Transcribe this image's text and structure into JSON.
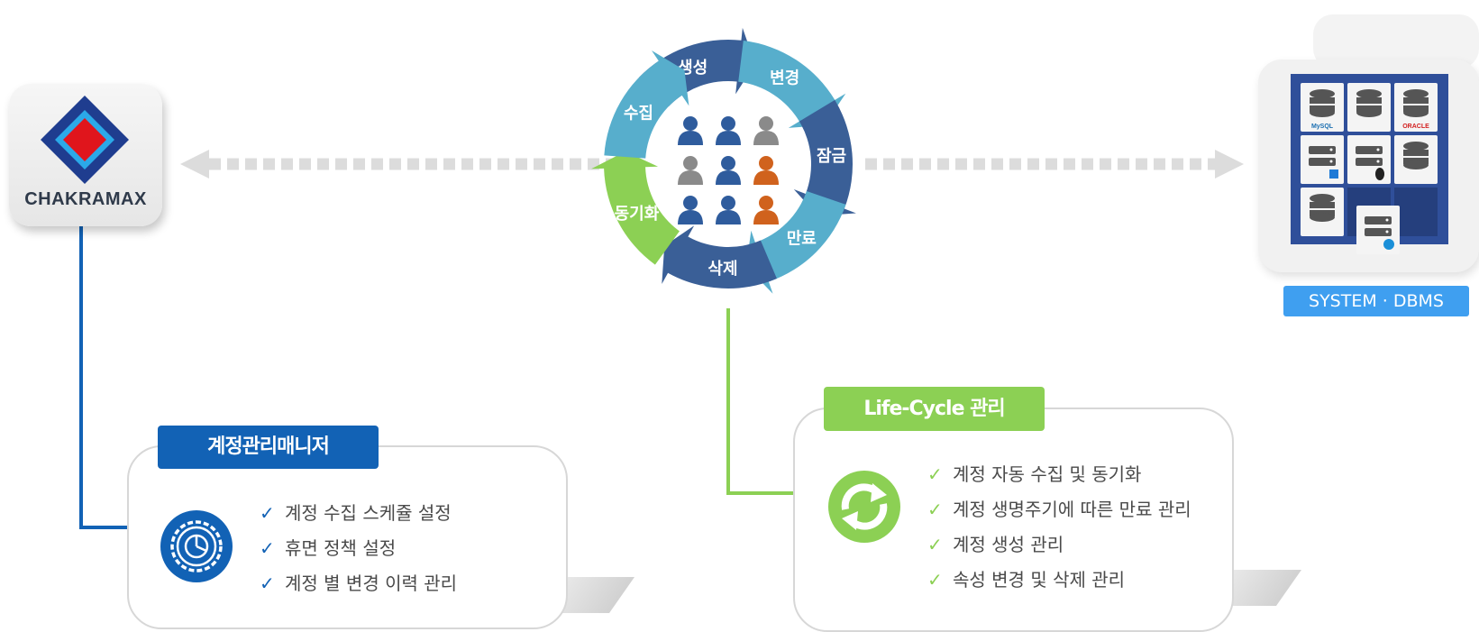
{
  "logo": {
    "text": "CHAKRAMAX"
  },
  "dbms": {
    "label": "SYSTEM · DBMS",
    "tiles": [
      {
        "icon": "mysql-database-icon",
        "caption": "MySQL"
      },
      {
        "icon": "database-icon",
        "caption": ""
      },
      {
        "icon": "oracle-database-icon",
        "caption": "ORACLE"
      },
      {
        "icon": "windows-server-icon",
        "caption": ""
      },
      {
        "icon": "linux-server-icon",
        "caption": ""
      },
      {
        "icon": "database-icon",
        "caption": ""
      },
      {
        "icon": "database-icon",
        "caption": ""
      },
      {
        "icon": "hp-server-icon",
        "caption": ""
      }
    ]
  },
  "cycle": {
    "stages": [
      "생성",
      "변경",
      "잠금",
      "만료",
      "삭제",
      "동기화",
      "수집"
    ],
    "colors": {
      "dark": "#3a5f97",
      "light": "#57aecc",
      "green": "#8cd054",
      "user_blue": "#2f5c9d",
      "user_gray": "#8a8a8a",
      "user_orange": "#d0621d"
    },
    "users": [
      "blue",
      "blue",
      "gray",
      "gray",
      "blue",
      "orange",
      "blue",
      "blue",
      "orange"
    ]
  },
  "account_manager": {
    "title": "계정관리매니저",
    "icon": "gear-chart-icon",
    "items": [
      "계정 수집 스케쥴 설정",
      "휴면 정책 설정",
      "계정 별 변경 이력 관리"
    ]
  },
  "lifecycle": {
    "title": "Life-Cycle 관리",
    "icon": "refresh-sync-icon",
    "items": [
      "계정 자동 수집 및 동기화",
      "계정 생명주기에 따른 만료 관리",
      "계정 생성 관리",
      "속성 변경 및 삭제 관리"
    ]
  },
  "check_mark": "✓"
}
